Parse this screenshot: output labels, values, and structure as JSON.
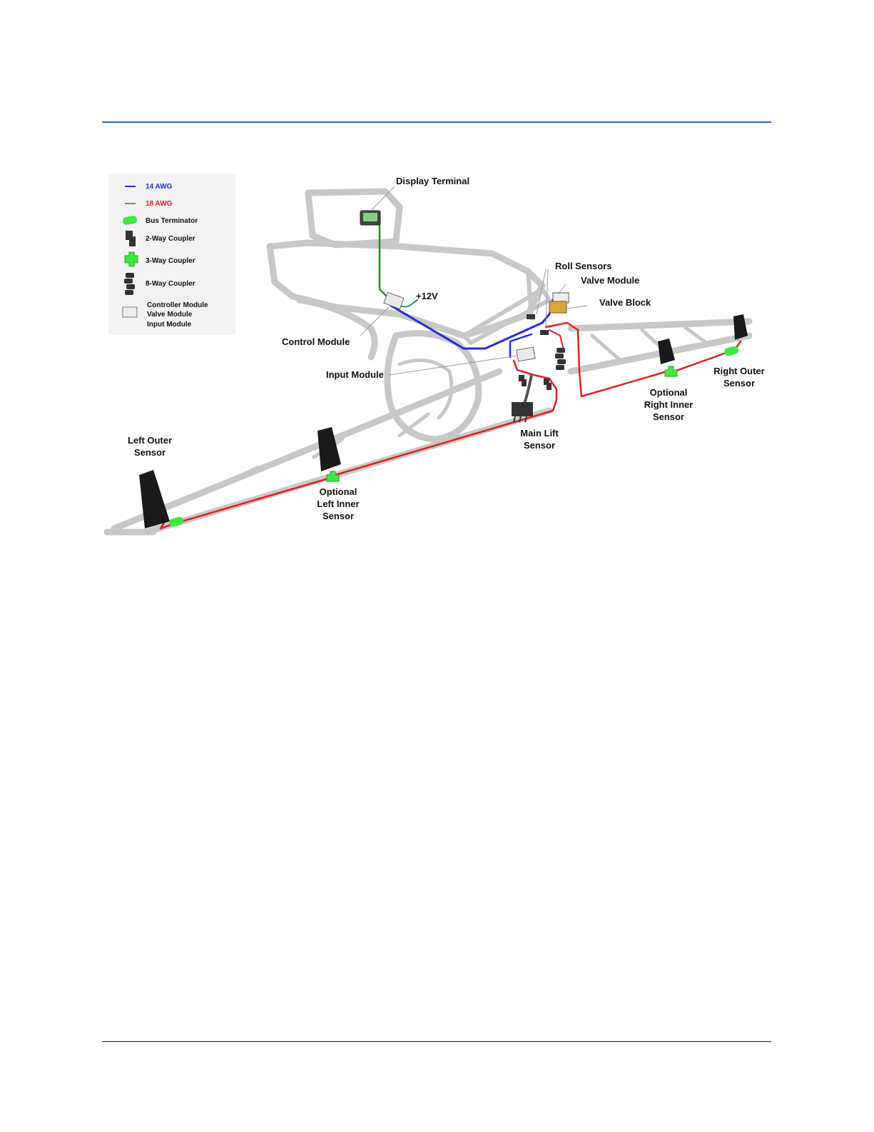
{
  "legend": {
    "wire_14": {
      "label": "14 AWG",
      "color": "#1f2fd8"
    },
    "wire_18": {
      "label": "18 AWG",
      "color": "#e02020"
    },
    "bus_terminator": "Bus Terminator",
    "coupler_2way": "2-Way Coupler",
    "coupler_3way": "3-Way Coupler",
    "coupler_8way": "8-Way Coupler",
    "modules": [
      "Controller Module",
      "Valve Module",
      "Input Module"
    ]
  },
  "labels": {
    "display_terminal": "Display Terminal",
    "roll_sensors": "Roll Sensors",
    "valve_module": "Valve Module",
    "valve_block": "Valve Block",
    "plus_12v": "+12V",
    "control_module": "Control Module",
    "input_module": "Input Module",
    "right_outer": [
      "Right Outer",
      "Sensor"
    ],
    "optional_right_inner": [
      "Optional",
      "Right Inner",
      "Sensor"
    ],
    "main_lift": [
      "Main Lift",
      "Sensor"
    ],
    "left_outer": [
      "Left Outer",
      "Sensor"
    ],
    "optional_left_inner": [
      "Optional",
      "Left Inner",
      "Sensor"
    ]
  },
  "colors": {
    "terminator_green": "#3ee83e",
    "sprayer_outline": "#c8c8c8",
    "sensor_black": "#1a1a1a",
    "display_cable_green": "#2e8b2e",
    "rule_blue": "#2a62b8"
  }
}
